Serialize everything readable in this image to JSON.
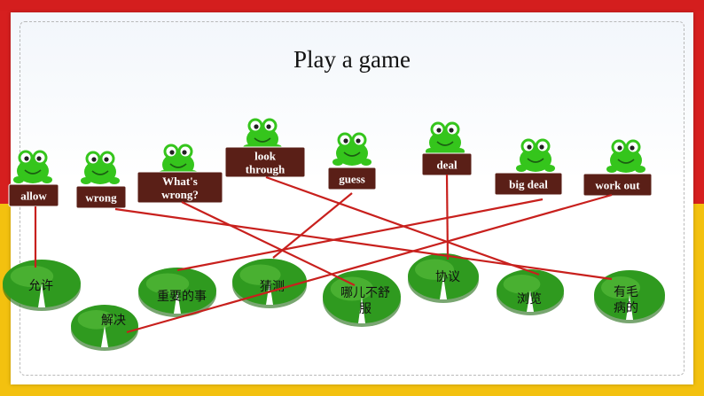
{
  "title": "Play a game",
  "english_words": [
    {
      "lines": [
        "allow"
      ]
    },
    {
      "lines": [
        "wrong"
      ]
    },
    {
      "lines": [
        "What's",
        "wrong?"
      ]
    },
    {
      "lines": [
        "look",
        "through"
      ]
    },
    {
      "lines": [
        "guess"
      ]
    },
    {
      "lines": [
        "deal"
      ]
    },
    {
      "lines": [
        "big deal"
      ]
    },
    {
      "lines": [
        "work out"
      ]
    }
  ],
  "chinese_words": [
    {
      "lines": [
        "允许"
      ]
    },
    {
      "lines": [
        "解决"
      ]
    },
    {
      "lines": [
        "重要的事"
      ]
    },
    {
      "lines": [
        "猜测"
      ]
    },
    {
      "lines": [
        "哪儿不舒",
        "服"
      ]
    },
    {
      "lines": [
        "协议"
      ]
    },
    {
      "lines": [
        "浏览"
      ]
    },
    {
      "lines": [
        "有毛",
        "病的"
      ]
    }
  ],
  "matches": [
    {
      "english": 0,
      "chinese": 0
    },
    {
      "english": 1,
      "chinese": 7
    },
    {
      "english": 2,
      "chinese": 4
    },
    {
      "english": 3,
      "chinese": 6
    },
    {
      "english": 4,
      "chinese": 3
    },
    {
      "english": 5,
      "chinese": 5
    },
    {
      "english": 6,
      "chinese": 2
    },
    {
      "english": 7,
      "chinese": 1
    }
  ],
  "colors": {
    "frame_red": "#d61f1f",
    "frame_yellow": "#f3c10f",
    "label_bg": "#5a1f17",
    "line": "#c8201d",
    "frog": "#35c51c",
    "lily": "#2f9a1f"
  }
}
